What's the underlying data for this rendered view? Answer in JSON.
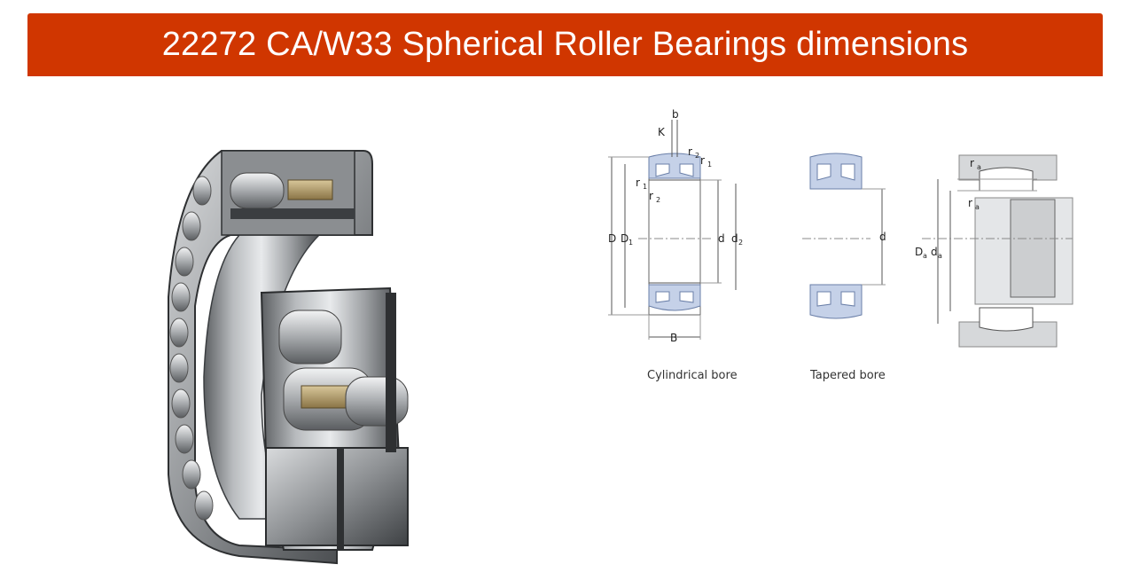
{
  "header": {
    "title": "22272 CA/W33 Spherical Roller Bearings dimensions"
  },
  "colors": {
    "banner": "#d03600",
    "ring_fill": "#c5d1e8",
    "ring_stroke": "#6a7fa8"
  },
  "photo": {
    "icon": "spherical-roller-bearing-cutaway"
  },
  "figures": [
    {
      "caption": "Cylindrical bore",
      "labels": {
        "b": "b",
        "K": "K",
        "r2_top": "r",
        "r2_top_sub": "2",
        "r1_top": "r",
        "r1_top_sub": "1",
        "r1_left": "r",
        "r1_left_sub": "1",
        "r2_left": "r",
        "r2_left_sub": "2",
        "D": "D",
        "D1": "D",
        "D1_sub": "1",
        "d": "d",
        "d2": "d",
        "d2_sub": "2",
        "B": "B"
      }
    },
    {
      "caption": "Tapered bore",
      "labels": {
        "d": "d"
      }
    },
    {
      "caption": "",
      "labels": {
        "ra_top": "r",
        "ra_top_sub": "a",
        "ra_mid": "r",
        "ra_mid_sub": "a",
        "Da": "D",
        "Da_sub": "a",
        "da": "d",
        "da_sub": "a"
      }
    }
  ]
}
